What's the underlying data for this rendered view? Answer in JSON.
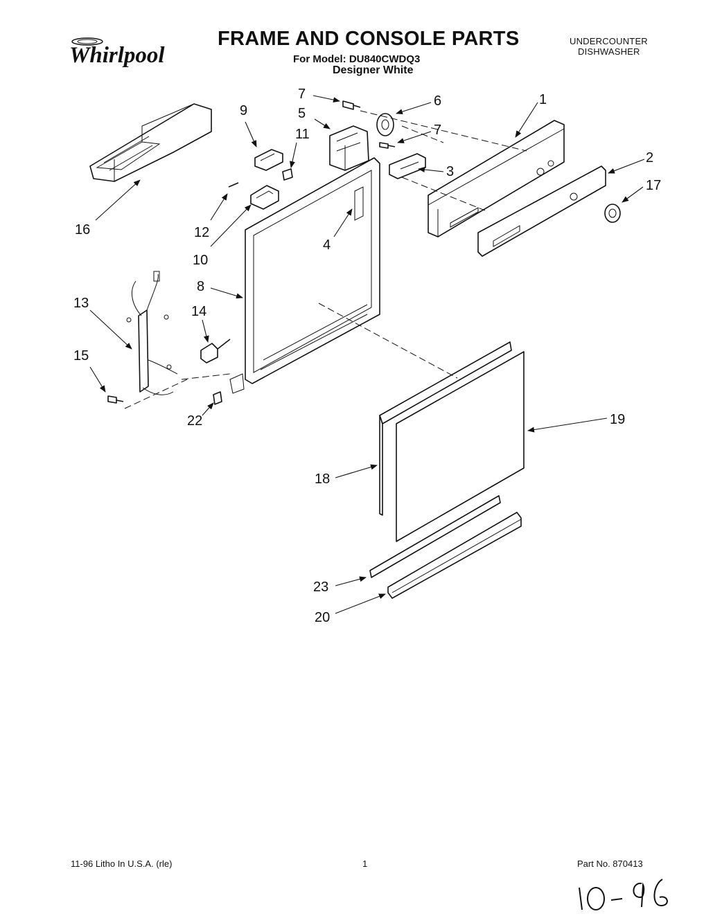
{
  "header": {
    "brand": "Whirlpool",
    "title": "FRAME AND CONSOLE PARTS",
    "model_line": "For Model: DU840CWDQ3",
    "finish": "Designer White",
    "appliance_type": [
      "UNDERCOUNTER",
      "DISHWASHER"
    ]
  },
  "callouts": {
    "c1": "1",
    "c2": "2",
    "c3": "3",
    "c4": "4",
    "c5": "5",
    "c6": "6",
    "c7a": "7",
    "c7b": "7",
    "c8": "8",
    "c9": "9",
    "c10": "10",
    "c11": "11",
    "c12": "12",
    "c13": "13",
    "c14": "14",
    "c15": "15",
    "c16": "16",
    "c17": "17",
    "c18": "18",
    "c19": "19",
    "c20": "20",
    "c22": "22",
    "c23": "23"
  },
  "footer": {
    "print_info": "11-96 Litho In U.S.A. (rle)",
    "page_number": "1",
    "part_number": "Part No. 870413",
    "handwritten_date": "10-96"
  }
}
